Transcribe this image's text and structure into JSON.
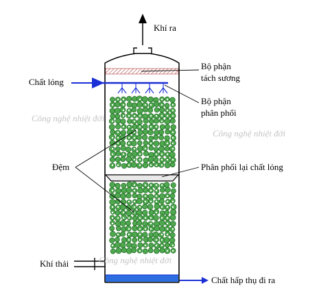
{
  "labels": {
    "gas_out": "Khí ra",
    "liquid_in": "Chất lỏng",
    "mist_eliminator": [
      "Bộ phận",
      "tách sương"
    ],
    "distributor": [
      "Bộ phận",
      "phân phối"
    ],
    "packing": "Đệm",
    "redistributor": "Phân phối lại chất lỏng",
    "gas_in": "Khí thải",
    "absorbed_out": "Chất hấp thụ đi ra"
  },
  "watermark": "Công nghệ nhiệt đới",
  "colors": {
    "stroke": "#000000",
    "liquid_arrow": "#1a2fd6",
    "packing_fill": "#4fa84f",
    "packing_dark": "#1f6b23",
    "mist_hatch": "#b03a3a",
    "liquid_pool": "#2c6de0",
    "watermark": "#c4c4c4"
  },
  "icons": [
    "up-arrow-icon",
    "right-arrow-icon",
    "spray-nozzle-icon"
  ]
}
